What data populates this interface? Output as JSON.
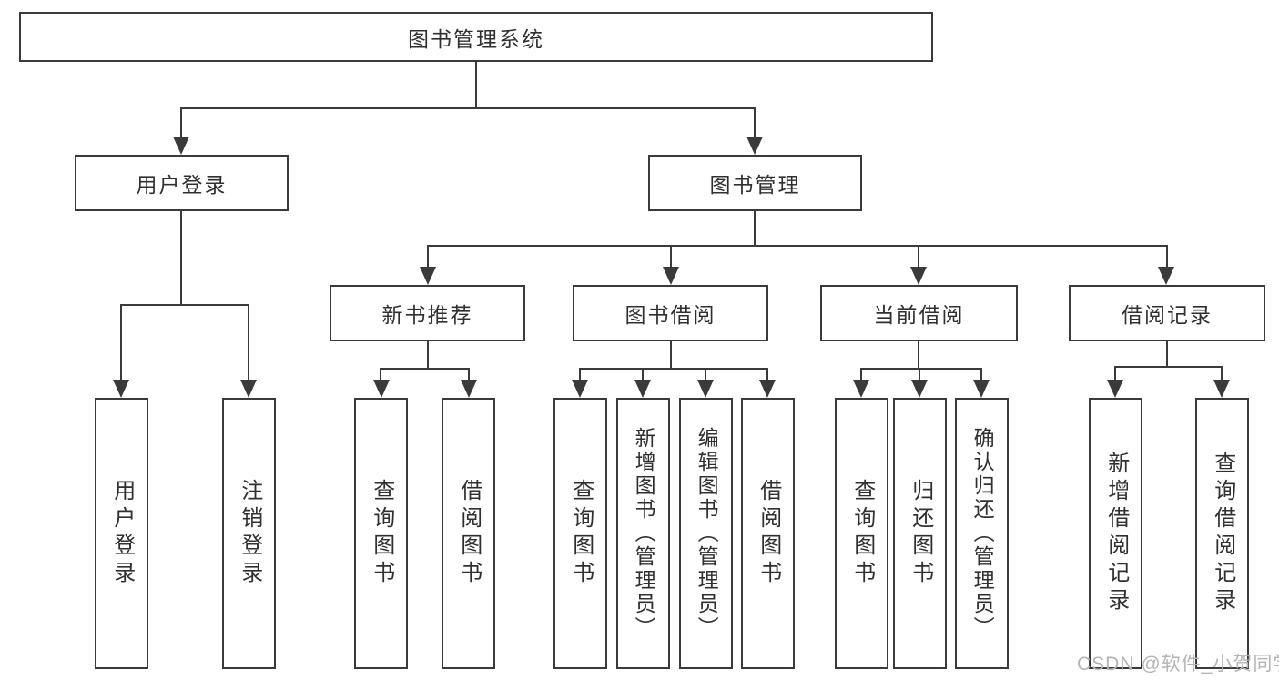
{
  "diagram": {
    "type": "tree",
    "background": "#ffffff",
    "line_color": "#3a3a3a",
    "text_color": "#303030",
    "watermark_color": "#b4b4b7"
  },
  "tree": {
    "label": "图书管理系统",
    "children": [
      {
        "label": "用户登录",
        "children": [
          {
            "label": "用户登录"
          },
          {
            "label": "注销登录"
          }
        ]
      },
      {
        "label": "图书管理",
        "children": [
          {
            "label": "新书推荐",
            "children": [
              {
                "label": "查询图书"
              },
              {
                "label": "借阅图书"
              }
            ]
          },
          {
            "label": "图书借阅",
            "children": [
              {
                "label": "查询图书"
              },
              {
                "label": "新增图书（管理员）"
              },
              {
                "label": "编辑图书（管理员）"
              },
              {
                "label": "借阅图书"
              }
            ]
          },
          {
            "label": "当前借阅",
            "children": [
              {
                "label": "查询图书"
              },
              {
                "label": "归还图书"
              },
              {
                "label": "确认归还（管理员）"
              }
            ]
          },
          {
            "label": "借阅记录",
            "children": [
              {
                "label": "新增借阅记录"
              },
              {
                "label": "查询借阅记录"
              }
            ]
          }
        ]
      }
    ]
  },
  "watermark": {
    "text": "CSDN @软件_小贺同学"
  }
}
